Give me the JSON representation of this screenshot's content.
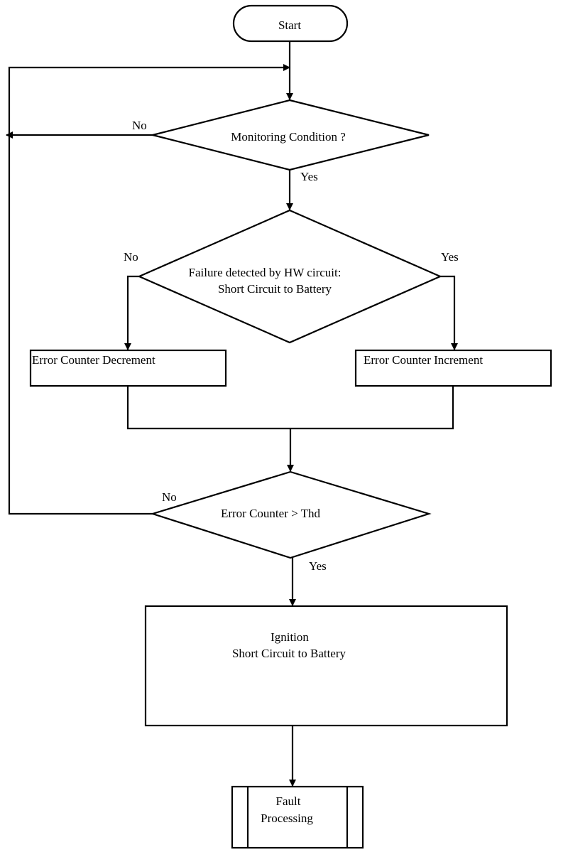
{
  "nodes": {
    "start": {
      "label": "Start"
    },
    "monitoring": {
      "label": "Monitoring Condition ?"
    },
    "failure": {
      "line1": "Failure detected by HW circuit:",
      "line2": "Short Circuit to Battery"
    },
    "decrement": {
      "label": "Error Counter Decrement"
    },
    "increment": {
      "label": "Error Counter Increment"
    },
    "threshold": {
      "label": "Error Counter >  Thd"
    },
    "ignition": {
      "line1": "Ignition",
      "line2": "Short Circuit to Battery"
    },
    "fault": {
      "line1": "Fault",
      "line2": "Processing"
    }
  },
  "edges": {
    "monitoring_no": "No",
    "monitoring_yes": "Yes",
    "failure_no": "No",
    "failure_yes": "Yes",
    "threshold_no": "No",
    "threshold_yes": "Yes"
  }
}
